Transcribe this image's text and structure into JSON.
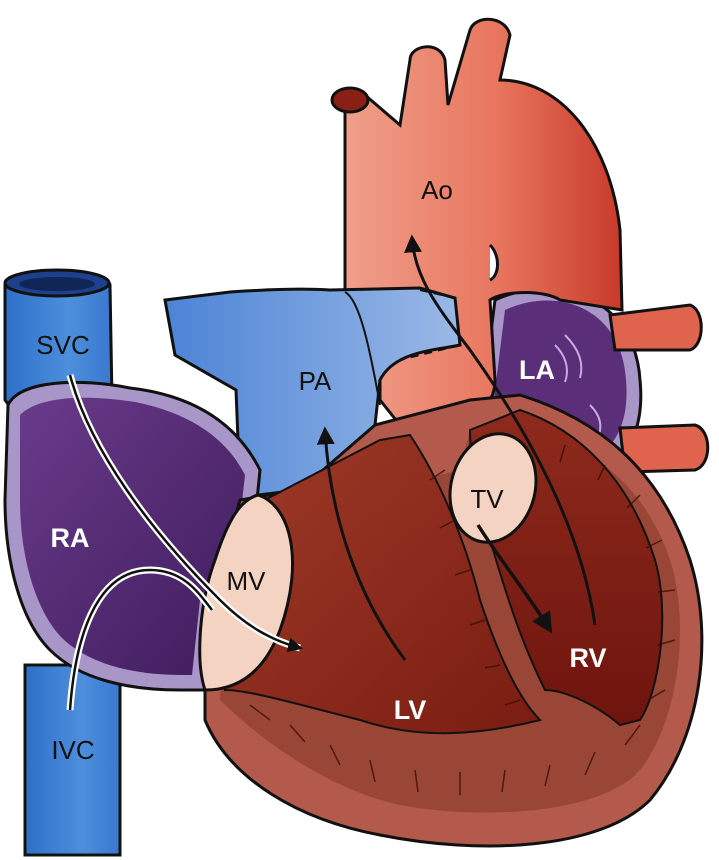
{
  "labels": {
    "ao": "Ao",
    "pa": "PA",
    "la": "LA",
    "svc": "SVC",
    "ivc": "IVC",
    "ra": "RA",
    "mv": "MV",
    "tv": "TV",
    "lv": "LV",
    "rv": "RV"
  },
  "colors": {
    "vena_cava": "#3f7fd0",
    "pulmonary_artery": "#8fb1e0",
    "aorta": "#e36a55",
    "atrium": "#5a2e78",
    "atrium_rim": "#a996c8",
    "ventricle": "#8e2a1c",
    "myocardium": "#b35a4c",
    "valve": "#f4d3c2",
    "arrow": "#111111"
  },
  "icons": {
    "flow_arrows": "arrow-icon"
  }
}
